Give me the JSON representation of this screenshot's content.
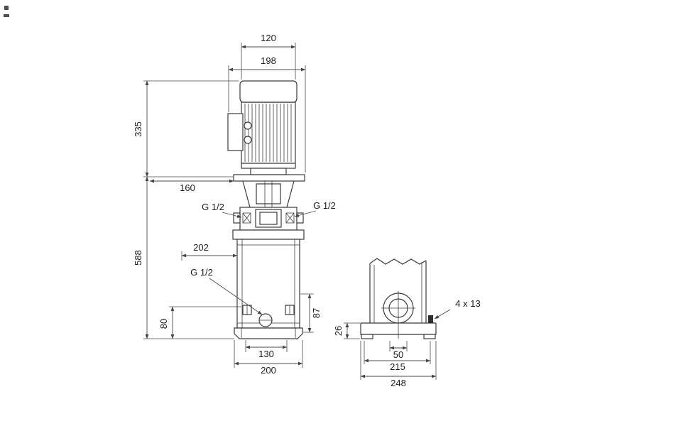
{
  "front": {
    "w120": "120",
    "w198": "198",
    "h335": "335",
    "w160": "160",
    "portL": "G 1/2",
    "portR": "G 1/2",
    "w202": "202",
    "drain": "G 1/2",
    "h588": "588",
    "h80": "80",
    "h87": "87",
    "w130": "130",
    "w200": "200"
  },
  "side": {
    "h26": "26",
    "bolts": "4 x 13",
    "w50": "50",
    "w215": "215",
    "w248": "248"
  }
}
